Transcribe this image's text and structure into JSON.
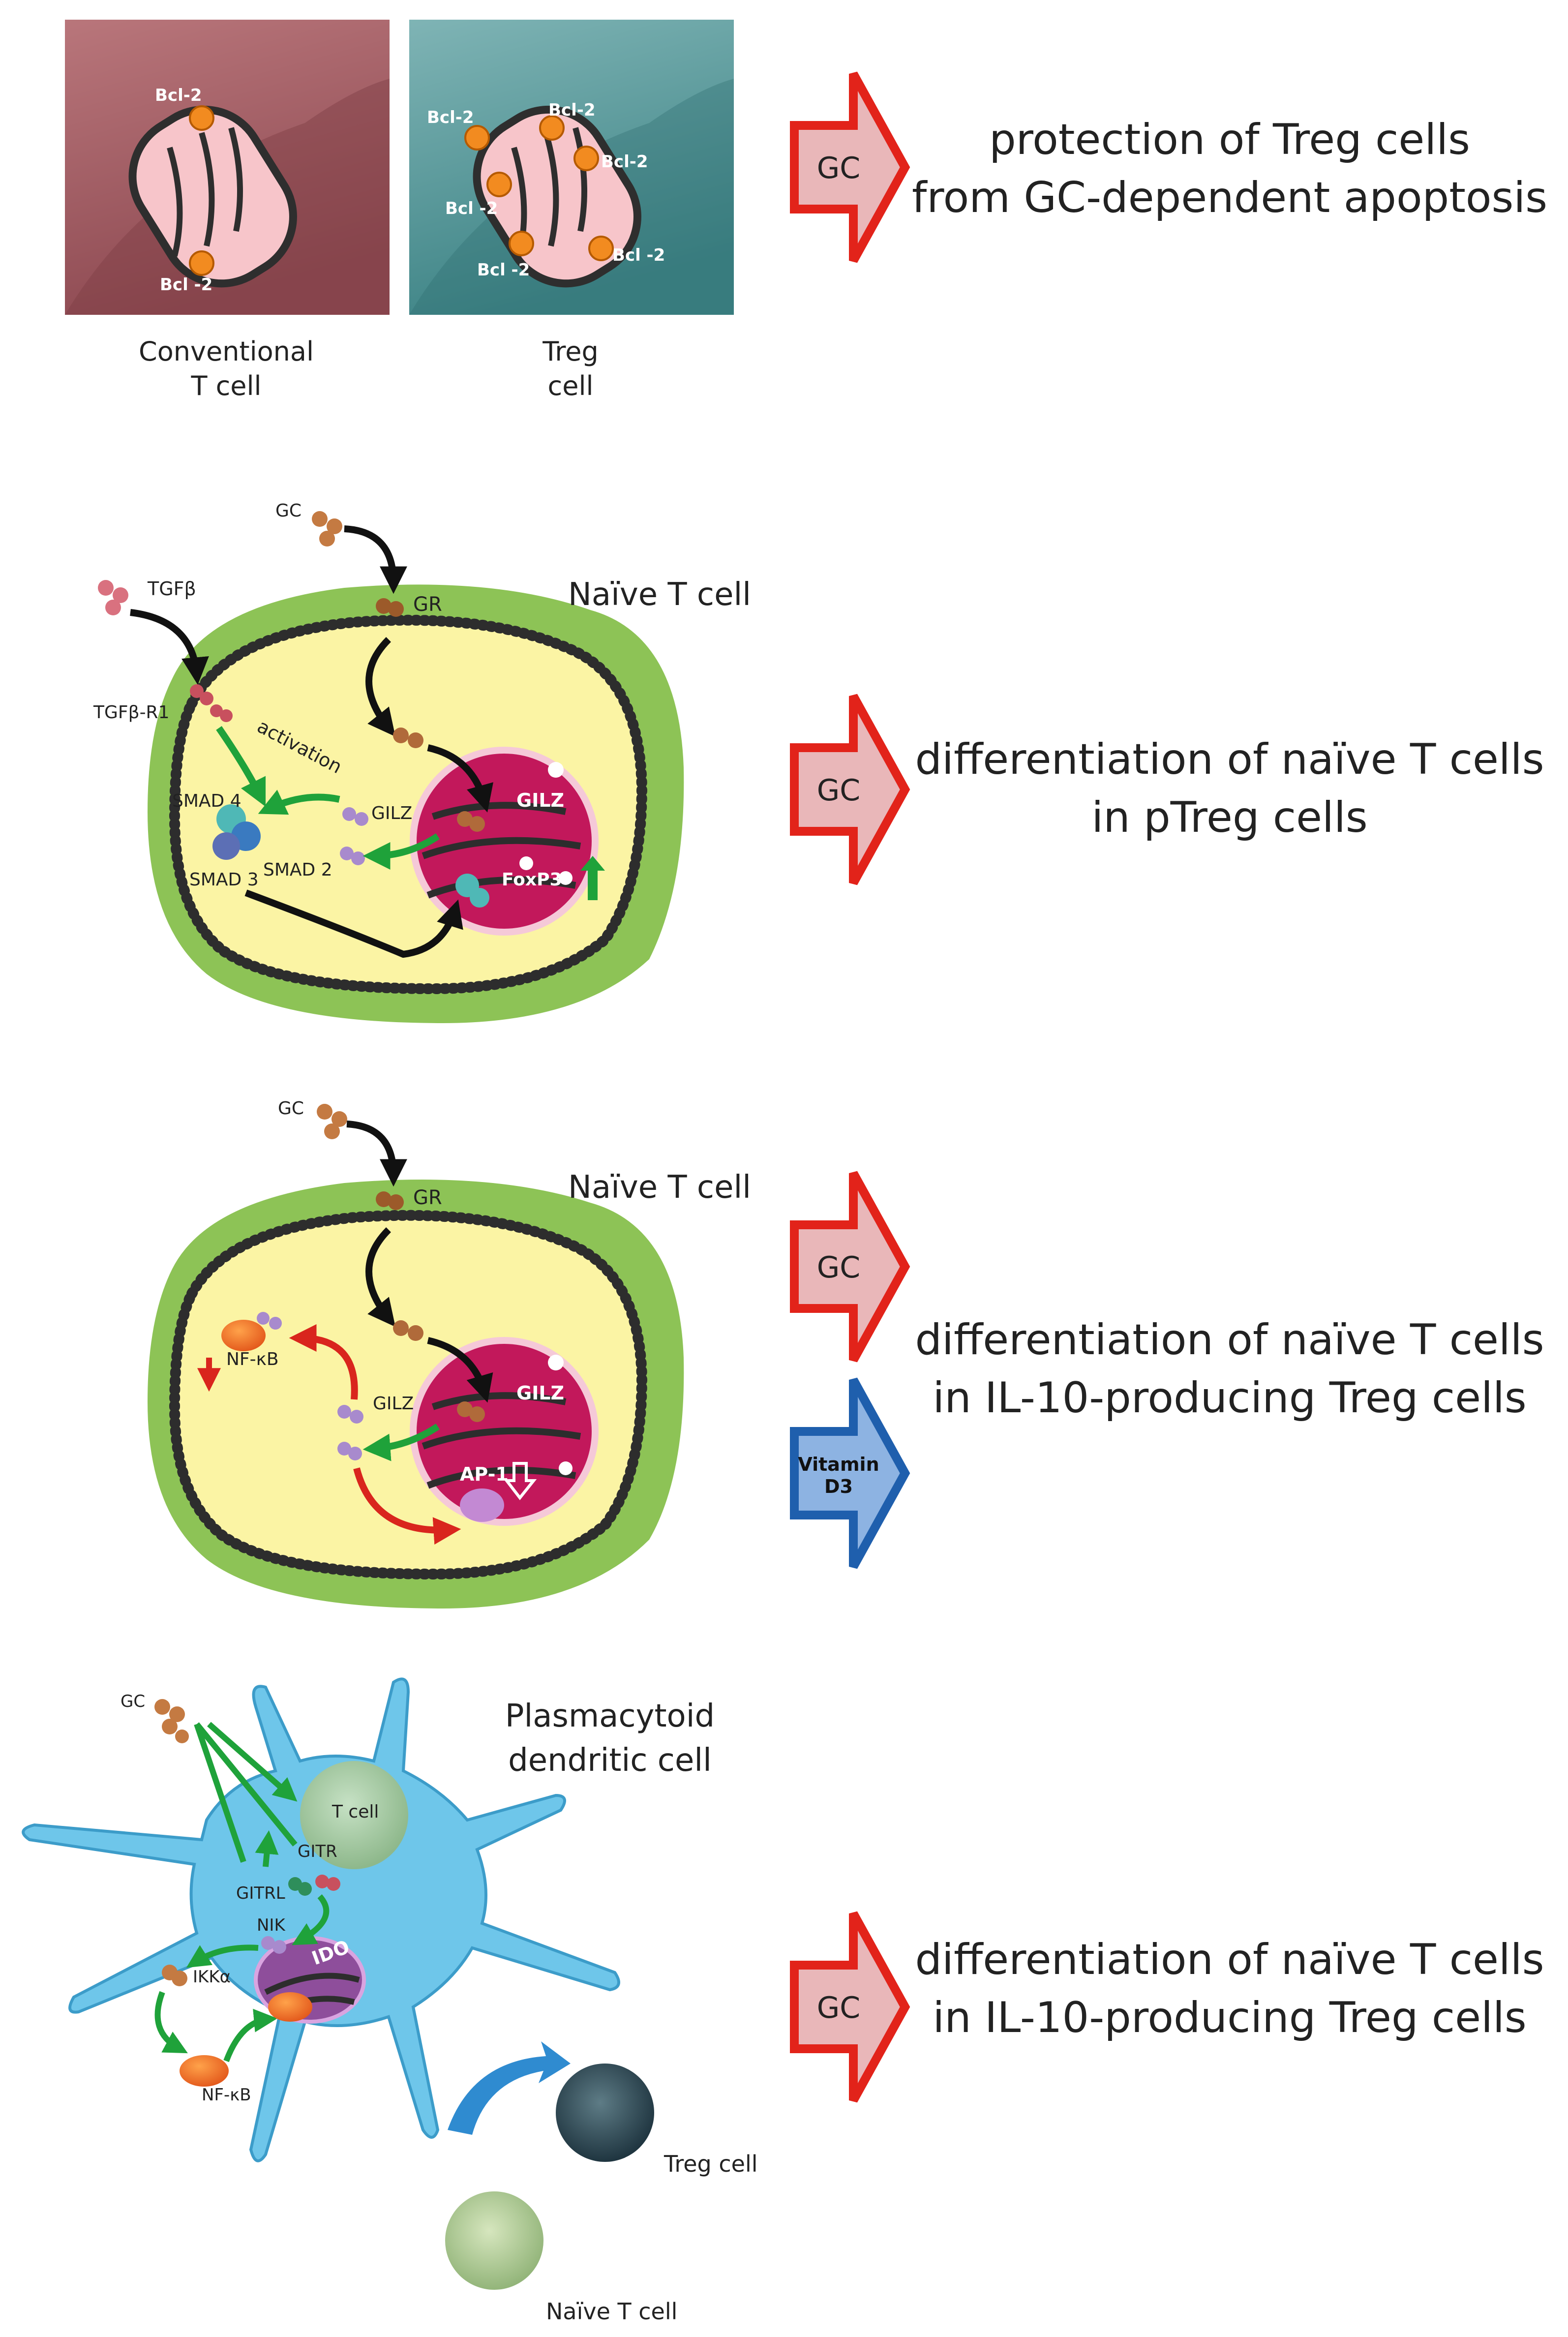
{
  "panel1": {
    "conv_caption_1": "Conventional",
    "conv_caption_2": "T cell",
    "treg_caption_1": "Treg",
    "treg_caption_2": "cell",
    "bcl2_a": "Bcl-2",
    "bcl2_b": "Bcl -2",
    "arrow_label": "GC",
    "result_1": "protection of Treg cells",
    "result_2": "from GC-dependent apoptosis"
  },
  "panel2": {
    "gc": "GC",
    "tgfb": "TGFβ",
    "tgfbr1": "TGFβ-R1",
    "gr": "GR",
    "cell_title": "Naïve T cell",
    "activation": "activation",
    "smad4": "SMAD 4",
    "smad2": "SMAD 2",
    "smad3": "SMAD 3",
    "gilz_cyto": "GILZ",
    "gilz_nuc": "GILZ",
    "foxp3": "FoxP3",
    "arrow_label": "GC",
    "result_1": "differentiation of naïve T cells",
    "result_2": "in pTreg cells"
  },
  "panel3": {
    "gc": "GC",
    "gr": "GR",
    "cell_title": "Naïve T cell",
    "nfkb": "NF-κB",
    "gilz_cyto": "GILZ",
    "gilz_nuc": "GILZ",
    "ap1": "AP-1",
    "arrow_label": "GC",
    "arrow2_label_1": "Vitamin",
    "arrow2_label_2": "D3",
    "result_1": "differentiation of naïve T cells",
    "result_2": "in IL-10-producing Treg cells"
  },
  "panel4": {
    "gc": "GC",
    "pdc_1": "Plasmacytoid",
    "pdc_2": "dendritic cell",
    "tcell": "T cell",
    "gitr": "GITR",
    "gitrl": "GITRL",
    "nik": "NIK",
    "ikka": "IKKα",
    "ido": "IDO",
    "nfkb": "NF-κB",
    "treg_cell": "Treg cell",
    "naive_cell": "Naïve T cell",
    "arrow_label": "GC",
    "result_1": "differentiation of naïve T cells",
    "result_2": "in IL-10-producing Treg cells"
  },
  "colors": {
    "gc_arrow_fill": "#E9B7B9",
    "gc_arrow_stroke": "#E2231A",
    "vitd3_fill": "#8DB3E2",
    "vitd3_stroke": "#1F5FAD",
    "green_arrow": "#1FA23A",
    "red_arrow": "#D9251D",
    "nucleus": "#C2185B",
    "cytoplasm": "#FBF4A4",
    "membrane_outer": "#8DC356",
    "dc_blue": "#6EC6EA"
  }
}
